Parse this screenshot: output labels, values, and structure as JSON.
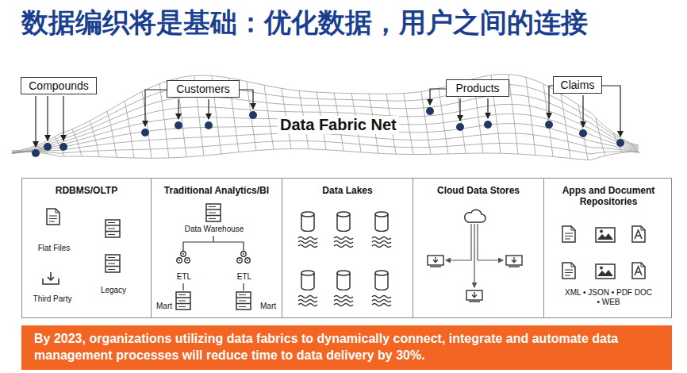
{
  "diagram": {
    "title": "数据编织将是基础：优化数据，用户之间的连接",
    "nodes": [
      {
        "text": [
          "Compounds"
        ]
      },
      {
        "text": [
          "Customers"
        ]
      },
      {
        "text": [
          "Products"
        ]
      },
      {
        "text": [
          "Claims"
        ]
      },
      {
        "text": [
          "RDBMS/OLTP",
          "Flat Files",
          "Legacy",
          "Third Party"
        ]
      },
      {
        "text": [
          "Traditional Analytics/BI",
          "Data Warehouse",
          "ETL",
          "ETL",
          "Mart",
          "Mart"
        ]
      },
      {
        "text": [
          "Data Lakes"
        ]
      },
      {
        "text": [
          "Cloud Data Stores"
        ]
      },
      {
        "text": [
          "Apps and Document Repositories",
          "XML • JSON • PDF DOC • WEB"
        ]
      },
      {
        "text": [
          "By 2023, organizations utilizing data fabrics to dynamically connect, integrate and automate data management processes will reduce time to data delivery by 30%."
        ]
      }
    ],
    "labels": [
      "Data Fabric Net"
    ]
  }
}
